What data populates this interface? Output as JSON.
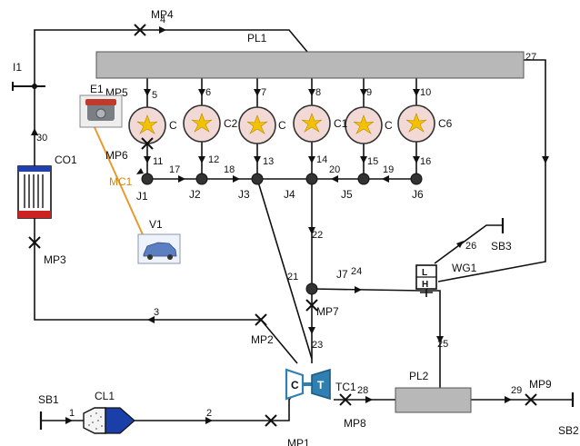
{
  "diagram": {
    "colors": {
      "line": "#111111",
      "plenum": "#b8b8b8",
      "cylinder": "#f3d9d6",
      "flame": "#f2c200",
      "turbine_blue": "#2f7fb0",
      "signal": "#e89a2c",
      "cooler_red": "#cc2222",
      "cooler_blue": "#1f3fb5",
      "cleaner_blue": "#1b3fa8"
    },
    "components": {
      "pl1": "PL1",
      "pl2": "PL2",
      "e1": "E1",
      "co1": "CO1",
      "v1": "V1",
      "mc1": "MC1",
      "tc1": "TC1",
      "wg1": "WG1",
      "cl1": "CL1",
      "i1": "I1",
      "sb1": "SB1",
      "sb2": "SB2",
      "sb3": "SB3",
      "compressor": "C",
      "turbine": "T",
      "wastegate_l": "L",
      "wastegate_h": "H"
    },
    "cylinders": [
      {
        "name": "C",
        "id": "cylinder-1"
      },
      {
        "name": "C2",
        "id": "cylinder-2"
      },
      {
        "name": "C",
        "id": "cylinder-3"
      },
      {
        "name": "C1",
        "id": "cylinder-4"
      },
      {
        "name": "C",
        "id": "cylinder-5"
      },
      {
        "name": "C6",
        "id": "cylinder-6"
      }
    ],
    "junctions": [
      "J1",
      "J2",
      "J3",
      "J4",
      "J5",
      "J6",
      "J7"
    ],
    "measure_points": [
      "MP1",
      "MP2",
      "MP3",
      "MP4",
      "MP5",
      "MP6",
      "MP7",
      "MP8",
      "MP9"
    ],
    "pipes": [
      "1",
      "2",
      "3",
      "4",
      "5",
      "6",
      "7",
      "8",
      "9",
      "10",
      "11",
      "12",
      "13",
      "14",
      "15",
      "16",
      "17",
      "18",
      "19",
      "20",
      "21",
      "22",
      "23",
      "24",
      "25",
      "26",
      "27",
      "28",
      "29",
      "30"
    ]
  }
}
